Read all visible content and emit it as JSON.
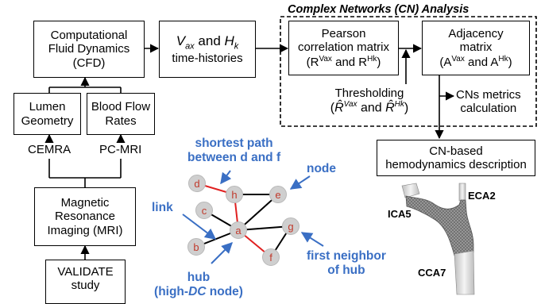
{
  "cn_title": "Complex Networks (CN) Analysis",
  "cfd": {
    "l1": "Computational",
    "l2": "Fluid Dynamics",
    "l3": "(CFD)"
  },
  "timehist": {
    "v": "V",
    "vsub": "ax",
    "and": " and ",
    "h": "H",
    "hsub": "k",
    "l2": "time-histories"
  },
  "pearson": {
    "l1": "Pearson",
    "l2": "correlation matrix",
    "open": "(R",
    "sup1": "Vax",
    "mid": " and R",
    "sup2": "Hk",
    "close": ")"
  },
  "adjacency": {
    "l1": "Adjacency",
    "l2": "matrix",
    "open": "(A",
    "sup1": "Vax",
    "mid": " and A",
    "sup2": "Hk",
    "close": ")"
  },
  "lumen": {
    "l1": "Lumen",
    "l2": "Geometry"
  },
  "bloodflow": {
    "l1": "Blood Flow",
    "l2": "Rates"
  },
  "cemra": "CEMRA",
  "pcmri": "PC-MRI",
  "mri": {
    "l1": "Magnetic",
    "l2": "Resonance",
    "l3": "Imaging (MRI)"
  },
  "validate": {
    "l1": "VALIDATE",
    "l2": "study"
  },
  "thresholding": {
    "l1": "Thresholding",
    "open": "(",
    "r1": "R̂",
    "r1sup": "Vax",
    "and": " and ",
    "r2": "R̂",
    "r2sup": "Hk",
    "close": ")"
  },
  "metrics": {
    "l1": "CNs metrics",
    "l2": "calculation"
  },
  "description": {
    "l1": "CN-based",
    "l2": "hemodynamics description"
  },
  "net_labels": {
    "shortest": "shortest path",
    "between": "between d and f",
    "node": "node",
    "link": "link",
    "first_neighbor": "first neighbor",
    "of_hub": "of hub",
    "hub": "hub",
    "hub_detail_open": "(high-",
    "hub_detail_dc": "DC",
    "hub_detail_close": " node)"
  },
  "nodes": [
    "a",
    "b",
    "c",
    "d",
    "e",
    "f",
    "g",
    "h"
  ],
  "artery_labels": {
    "eca": "ECA2",
    "ica": "ICA5",
    "cca": "CCA7"
  },
  "colors": {
    "accent_blue": "#3a6fc4",
    "path_red": "#e02020",
    "node_gray": "#cfcfcf",
    "node_text": "#c0392b"
  }
}
